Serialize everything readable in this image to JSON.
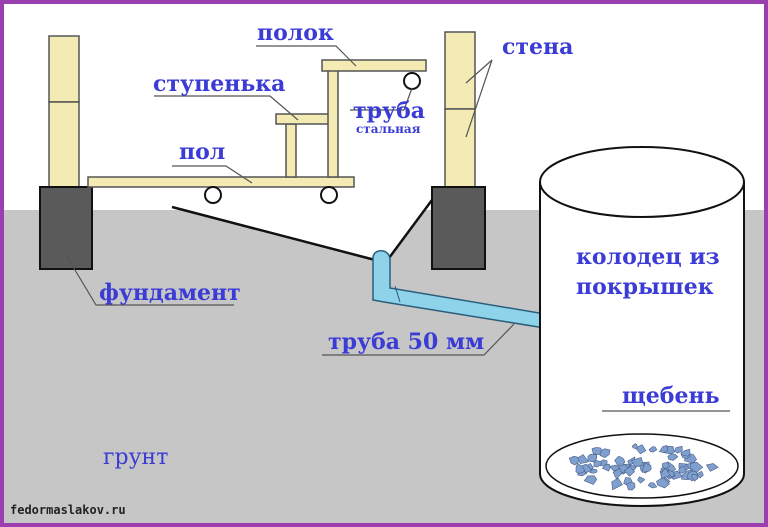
{
  "labels": {
    "shelf": "полок",
    "wall": "стена",
    "step": "ступенька",
    "pipe": "труба",
    "pipe_note": "стальная",
    "floor": "пол",
    "foundation": "фундамент",
    "well_line1": "колодец из",
    "well_line2": "покрышек",
    "pipe50": "труба 50 мм",
    "gravel": "щебень",
    "ground": "грунт"
  },
  "credit": "fedormaslakov.ru",
  "colors": {
    "border": "#9b3fb0",
    "ground": "#c6c6c6",
    "wood": "#f4eab3",
    "foundation": "#5a5a5a",
    "pipe": "#8ed3ea",
    "label": "#3b3bd6",
    "gravel": "#7fa0cf"
  }
}
